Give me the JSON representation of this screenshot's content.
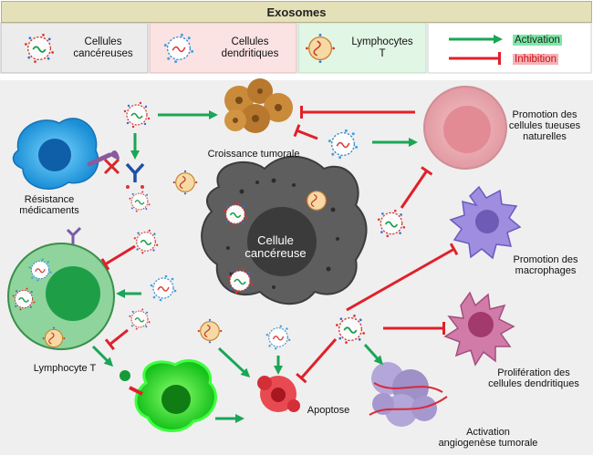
{
  "title": "Exosomes",
  "legend": {
    "cancer_cells": "Cellules\ncancéreuses",
    "dendritic_cells": "Cellules\ndendritiques",
    "t_cells": "Lymphocytes\nT",
    "activation": "Activation",
    "inhibition": "Inhibition"
  },
  "labels": {
    "tumor_growth": "Croissance tumorale",
    "cancer_cell": "Cellule\ncancéreuse",
    "nk_promotion": "Promotion des\ncellules tueuses\nnaturelles",
    "drug_resistance": "Résistance\nmédicaments",
    "macrophage_promotion": "Promotion des\nmacrophages",
    "t_lymphocyte": "Lymphocyte T",
    "dendritic_proliferation": "Prolifération des\ncellules dendritiques",
    "apoptosis": "Apoptose",
    "angiogenesis": "Activation\nangiogenèse tumorale"
  },
  "colors": {
    "activation": "#1aa655",
    "inhibition": "#e0202a",
    "legend_cancer_bg": "#ececec",
    "legend_dendritic_bg": "#fbe2e3",
    "legend_t_bg": "#e2f6e6",
    "background": "#efefef"
  }
}
